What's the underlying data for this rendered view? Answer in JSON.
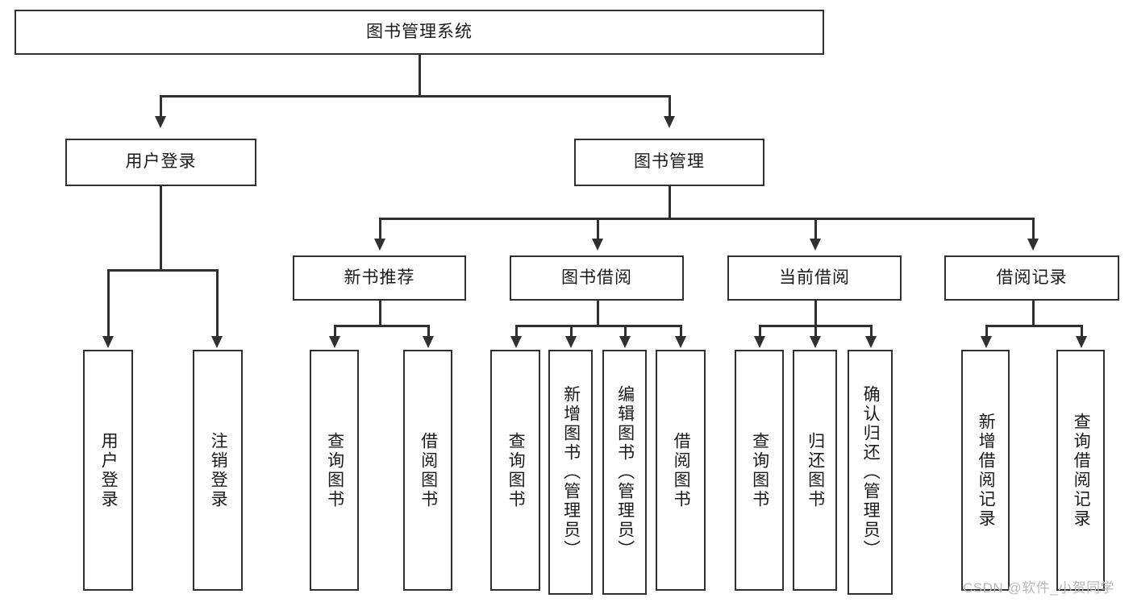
{
  "diagram": {
    "type": "tree-hierarchy",
    "title": "图书管理系统",
    "root": {
      "id": "root",
      "label": "图书管理系统"
    },
    "level2": [
      {
        "id": "user-login",
        "label": "用户登录"
      },
      {
        "id": "book-manage",
        "label": "图书管理"
      }
    ],
    "level3": [
      {
        "id": "new-book-recommend",
        "label": "新书推荐",
        "parent": "book-manage"
      },
      {
        "id": "book-borrow",
        "label": "图书借阅",
        "parent": "book-manage"
      },
      {
        "id": "current-borrow",
        "label": "当前借阅",
        "parent": "book-manage"
      },
      {
        "id": "borrow-record",
        "label": "借阅记录",
        "parent": "book-manage"
      }
    ],
    "leaves": [
      {
        "id": "leaf-user-login",
        "label": "用户登录",
        "parent": "user-login"
      },
      {
        "id": "leaf-user-logout",
        "label": "注销登录",
        "parent": "user-login"
      },
      {
        "id": "leaf-query-book-1",
        "label": "查询图书",
        "parent": "new-book-recommend"
      },
      {
        "id": "leaf-borrow-book-1",
        "label": "借阅图书",
        "parent": "new-book-recommend"
      },
      {
        "id": "leaf-query-book-2",
        "label": "查询图书",
        "parent": "book-borrow"
      },
      {
        "id": "leaf-add-book",
        "label": "新增图书（管理员）",
        "parent": "book-borrow"
      },
      {
        "id": "leaf-edit-book",
        "label": "编辑图书（管理员）",
        "parent": "book-borrow"
      },
      {
        "id": "leaf-borrow-book-2",
        "label": "借阅图书",
        "parent": "book-borrow"
      },
      {
        "id": "leaf-query-book-3",
        "label": "查询图书",
        "parent": "current-borrow"
      },
      {
        "id": "leaf-return-book",
        "label": "归还图书",
        "parent": "current-borrow"
      },
      {
        "id": "leaf-confirm-return",
        "label": "确认归还（管理员）",
        "parent": "current-borrow"
      },
      {
        "id": "leaf-add-record",
        "label": "新增借阅记录",
        "parent": "borrow-record"
      },
      {
        "id": "leaf-query-record",
        "label": "查询借阅记录",
        "parent": "borrow-record"
      }
    ]
  },
  "watermark": {
    "text": "CSDN @软件_小贺同学"
  },
  "colors": {
    "stroke": "#303030",
    "background": "#ffffff",
    "text": "#1a1a1a",
    "watermark": "#b9b9b9"
  }
}
